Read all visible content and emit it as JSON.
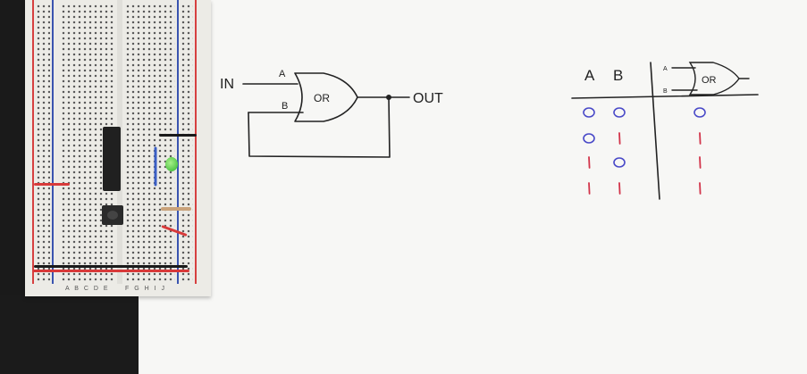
{
  "circuit_diagram": {
    "input_label": "IN",
    "gate_label": "OR",
    "pin_a_label": "A",
    "pin_b_label": "B",
    "output_label": "OUT"
  },
  "truth_table": {
    "headers": [
      "A",
      "B"
    ],
    "gate_label": "OR",
    "gate_pin_a": "A",
    "gate_pin_b": "B",
    "rows": [
      {
        "a": "0",
        "b": "0",
        "out": "0"
      },
      {
        "a": "0",
        "b": "1",
        "out": "1"
      },
      {
        "a": "1",
        "b": "0",
        "out": "1"
      },
      {
        "a": "1",
        "b": "1",
        "out": "1"
      }
    ],
    "colors": {
      "zero": "#4a4ac8",
      "one": "#d2344a"
    }
  },
  "breadboard": {
    "column_letters_left": "A B C D E",
    "column_letters_right": "F G H I J"
  }
}
